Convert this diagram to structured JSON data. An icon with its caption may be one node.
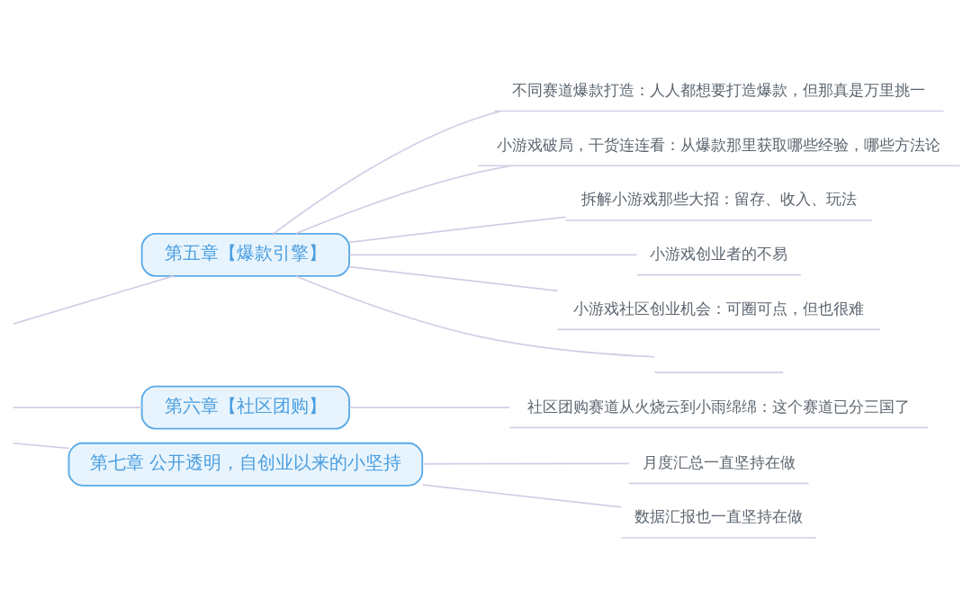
{
  "diagram": {
    "nodes": [
      {
        "text": [
          "第五章【爆款引擎】"
        ]
      },
      {
        "text": [
          "不同赛道爆款打造：人人都想要打造爆款，但那真是万里挑一"
        ]
      },
      {
        "text": [
          "小游戏破局，干货连连看：从爆款那里获取哪些经验，哪些方法论"
        ]
      },
      {
        "text": [
          "拆解小游戏那些大招：留存、收入、玩法"
        ]
      },
      {
        "text": [
          "小游戏创业者的不易"
        ]
      },
      {
        "text": [
          "小游戏社区创业机会：可圈可点，但也很难"
        ]
      },
      {
        "text": [],
        "shape": "line"
      },
      {
        "text": [
          "第六章【社区团购】"
        ]
      },
      {
        "text": [
          "社区团购赛道从火烧云到小雨绵绵：这个赛道已分三国了"
        ]
      },
      {
        "text": [
          "第七章 公开透明，自创业以来的小坚持"
        ]
      },
      {
        "text": [
          "月度汇总一直坚持在做"
        ]
      },
      {
        "text": [
          "数据汇报也一直坚持在做"
        ]
      }
    ],
    "edges": [
      {
        "from": null,
        "to": 0,
        "arrow": "none"
      },
      {
        "from": 0,
        "to": 1,
        "arrow": "none"
      },
      {
        "from": 0,
        "to": 2,
        "arrow": "none"
      },
      {
        "from": 0,
        "to": 3,
        "arrow": "none"
      },
      {
        "from": 0,
        "to": 4,
        "arrow": "none"
      },
      {
        "from": 0,
        "to": 5,
        "arrow": "none"
      },
      {
        "from": 0,
        "to": 6,
        "arrow": "none"
      },
      {
        "from": null,
        "to": 7,
        "arrow": "none"
      },
      {
        "from": 7,
        "to": 8,
        "arrow": "none"
      },
      {
        "from": null,
        "to": 9,
        "arrow": "none"
      },
      {
        "from": 9,
        "to": 10,
        "arrow": "none"
      },
      {
        "from": 9,
        "to": 11,
        "arrow": "none"
      }
    ]
  }
}
